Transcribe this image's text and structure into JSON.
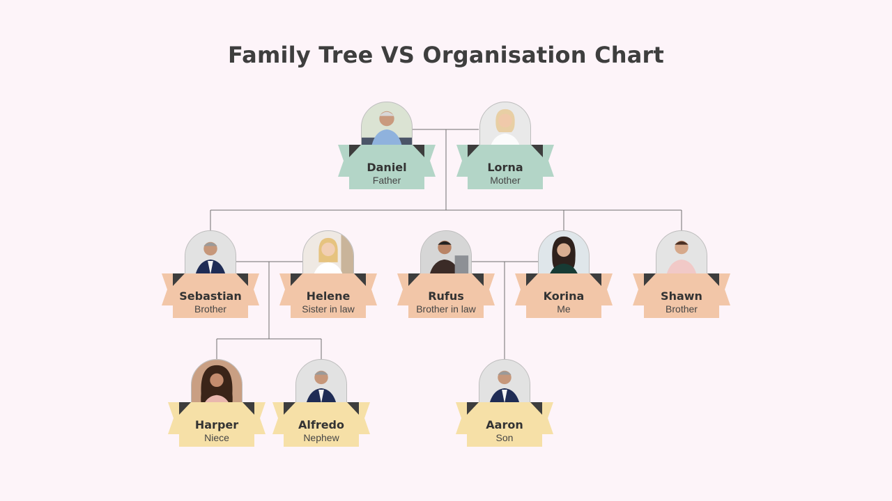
{
  "title": "Family Tree VS Organisation Chart",
  "colors": {
    "green": "#b3d5c7",
    "peach": "#f2c6a8",
    "yellow": "#f6e0a7",
    "fold": "#3d3d3d",
    "line": "#6e6e6e"
  },
  "members": [
    {
      "name": "Daniel",
      "role": "Father",
      "tone": "green"
    },
    {
      "name": "Lorna",
      "role": "Mother",
      "tone": "green"
    },
    {
      "name": "Sebastian",
      "role": "Brother",
      "tone": "peach"
    },
    {
      "name": "Helene",
      "role": "Sister in law",
      "tone": "peach"
    },
    {
      "name": "Rufus",
      "role": "Brother in law",
      "tone": "peach"
    },
    {
      "name": "Korina",
      "role": "Me",
      "tone": "peach"
    },
    {
      "name": "Shawn",
      "role": "Brother",
      "tone": "peach"
    },
    {
      "name": "Harper",
      "role": "Niece",
      "tone": "yellow"
    },
    {
      "name": "Alfredo",
      "role": "Nephew",
      "tone": "yellow"
    },
    {
      "name": "Aaron",
      "role": "Son",
      "tone": "yellow"
    }
  ]
}
